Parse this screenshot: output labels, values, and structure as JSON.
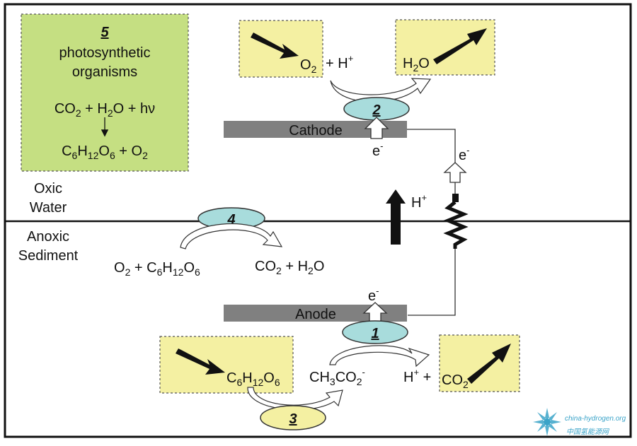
{
  "zones": {
    "oxic_line1": "Oxic",
    "oxic_line2": "Water",
    "anoxic_line1": "Anoxic",
    "anoxic_line2": "Sediment"
  },
  "electrodes": {
    "cathode": "Cathode",
    "anode": "Anode"
  },
  "steps": {
    "one": "1",
    "two": "2",
    "three": "3",
    "four": "4",
    "five": "5"
  },
  "photosynthesis": {
    "title_line1": "photosynthetic",
    "title_line2": "organisms"
  },
  "labels": {
    "electron": "e",
    "electron_sign": "-",
    "proton": "H",
    "plus_sign": "+",
    "plus_op": "+",
    "hv": "hν"
  },
  "colors": {
    "green_box": "#c5df82",
    "yellow_box": "#f4f0a2",
    "blue_ellipse": "#a8dcdc",
    "yellow_ellipse": "#f4f0a2",
    "electrode_gray": "#808080"
  },
  "watermark": {
    "latin": "china-hydrogen.org",
    "cjk": "中国氢能源网"
  }
}
